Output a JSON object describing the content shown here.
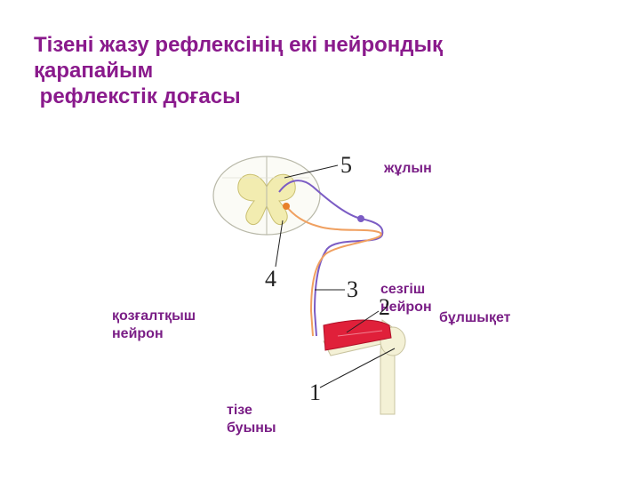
{
  "title": {
    "line1": "Тізені жазу рефлексінің екі нейрондық",
    "line2": "қарапайым",
    "line3": " рефлекстік доғасы"
  },
  "labels": {
    "spinal_cord": "жұлын",
    "sensory_neuron": "сезгіш нейрон",
    "motor_neuron": "қозғалтқыш нейрон",
    "muscle": "бұлшықет",
    "knee_joint": "тізе буыны"
  },
  "numbers": [
    "1",
    "2",
    "3",
    "4",
    "5"
  ],
  "colors": {
    "title": "#8a1a8c",
    "label": "#7a1e86",
    "sensory_fiber": "#7b5cc4",
    "motor_fiber": "#f0a060",
    "muscle": "#e0203a",
    "grey_matter": "#f2ecb0"
  }
}
